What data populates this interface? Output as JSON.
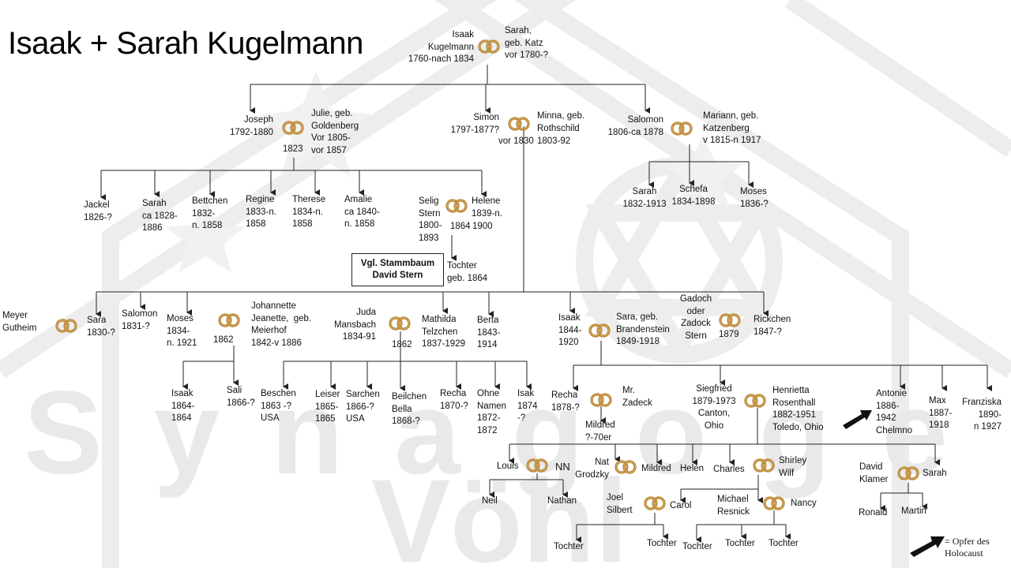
{
  "slide": {
    "title": "Isaak + Sarah Kugelmann",
    "watermark": {
      "line1": "Synagoge",
      "line2": "Vöhl",
      "color": "#e7e7e7"
    }
  },
  "tree": {
    "root": {
      "name": "Isaak\nKugelmann\n1760-nach 1834",
      "spouse": "Sarah,\ngeb. Katz\nvor 1780-?"
    },
    "gen2": [
      {
        "name": "Joseph\n1792-1880",
        "spouse": "Julie, geb.\nGoldenberg\nVor 1805-\nvor 1857",
        "year": "1823"
      },
      {
        "name": "Simon\n1797-1877?",
        "spouse": "Minna, geb.\nRothschild",
        "year": "vor 1830",
        "spouse_years": "1803-92"
      },
      {
        "name": "Salomon\n1806-ca 1878",
        "spouse": "Mariann, geb.\nKatzenberg\nv 1815-n 1917"
      }
    ],
    "joseph_children": [
      "Jackel\n1826-?",
      "Sarah\nca 1828-\n1886",
      "Bettchen\n1832-\nn. 1858",
      "Regine\n1833-n.\n1858",
      "Therese\n1834-n.\n1858",
      "Amalie\nca 1840-\nn. 1858"
    ],
    "helene": {
      "name": "Helene\n1839-n.",
      "partner": "Selig\nStern\n1800-\n1893",
      "year": "1864",
      "death": "1900"
    },
    "stern_box": "Vgl. Stammbaum\nDavid Stern",
    "tochter_1864": "Tochter\ngeb. 1864",
    "salomon_children": [
      "Sarah\n1832-1913",
      "Schefa\n1834-1898",
      "Moses\n1836-?"
    ],
    "simon_children": {
      "meyer": "Meyer\nGutheim",
      "sara": "Sara\n1830-?",
      "salomon": "Salomon\n1831-?",
      "moses": "Moses\n1834-\nn. 1921",
      "johannette": "Johannette\nJeanette,  geb.\nMeierhof\n1842-v 1886",
      "year_1862a": "1862",
      "juda": "Juda\nMansbach\n1834-91",
      "year_1862b": "1862",
      "mathilda": "Mathilda\nTelzchen\n1837-1929",
      "berta": "Berta\n1843-\n1914",
      "isaak": "Isaak\n1844-\n1920",
      "sara_b": "Sara, geb.\nBrandenstein\n1849-1918",
      "gadoch": "Gadoch\noder\nZadock\nStern",
      "year_1879": "1879",
      "rickchen": "Rickchen\n1847-?"
    },
    "moses_children": [
      "Isaak\n1864-\n1864",
      "Sali\n1866-?"
    ],
    "juda_children": [
      "Beschen\n1863 -?\nUSA",
      "Leiser\n1865-\n1865",
      "Sarchen\n1866-?\nUSA",
      "Beilchen\nBella\n1868-?",
      "Recha\n1870-?",
      "Ohne\nNamen\n1872-\n1872",
      "Isak\n1874\n-?"
    ],
    "isaak_children": {
      "recha": "Recha\n1878-?",
      "zadeck": "Mr.\nZadeck",
      "mildred": "Mildred\n?-70er",
      "siegfried": "Siegfried\n1879-1973\nCanton,\nOhio",
      "henrietta": "Henrietta\nRosenthall\n1882-1951\nToledo, Ohio",
      "antonie": "Antonie\n1886-\n1942\nChelmno",
      "max": "Max\n1887-\n1918",
      "franziska": "Franziska\n1890-\nn 1927"
    },
    "siegfried_children": {
      "louis": "Louis",
      "nn": "NN",
      "nat": "Nat\nGrodzky",
      "mildred": "Mildred",
      "helen": "Helen",
      "charles": "Charles",
      "shirley": "Shirley\nWilf",
      "david": "David\nKlamer",
      "sarah": "Sarah"
    },
    "gen6": {
      "neil": "Neil",
      "nathan": "Nathan",
      "joel": "Joel\nSilbert",
      "carol": "Carol",
      "michael": "Michael\nResnick",
      "nancy": "Nancy",
      "ronald": "Ronald",
      "martin": "Martin"
    },
    "gen7": [
      "Tochter",
      "Tochter",
      "Tochter",
      "Tochter",
      "Tochter"
    ]
  },
  "legend": {
    "label": "= Opfer des\nHolocaust"
  },
  "colors": {
    "ring": "#b07c2b",
    "ring_light": "#e2b868",
    "line": "#222222",
    "victim_arrow": "#111111"
  },
  "icons": {
    "marriage": "wedding-rings-icon",
    "victim": "arrow-icon"
  }
}
